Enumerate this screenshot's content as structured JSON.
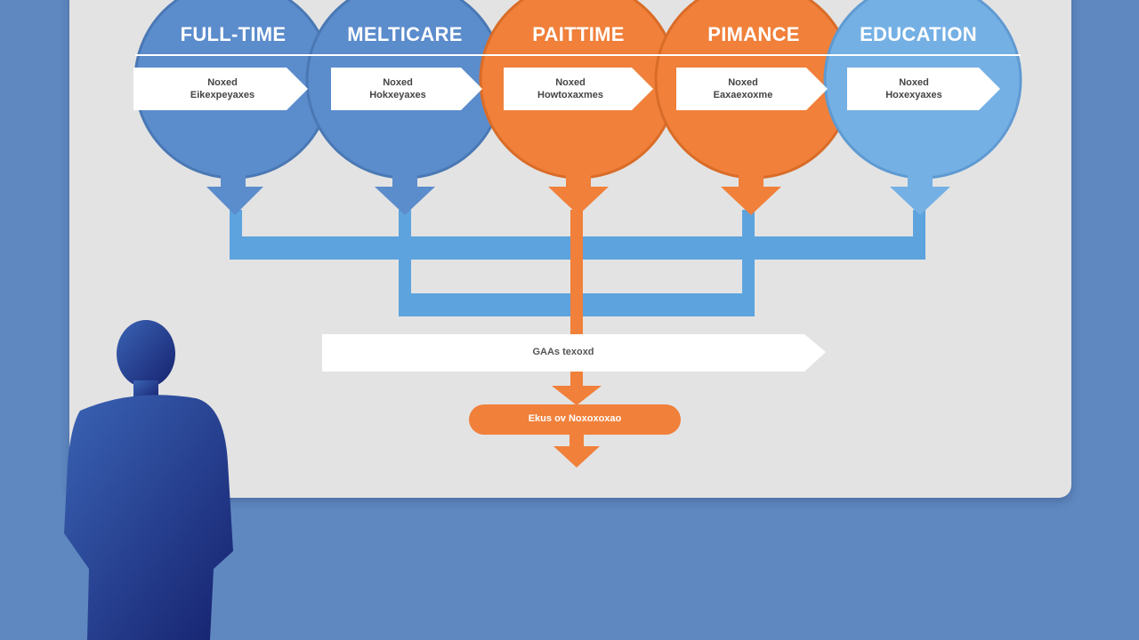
{
  "nodes": [
    {
      "title": "FULL-TIME",
      "line1": "Noxed",
      "line2": "Eikexpeyaxes",
      "color": "#5b8ccc"
    },
    {
      "title": "MELTICARE",
      "line1": "Noxed",
      "line2": "Hokxeyaxes",
      "color": "#5b8ccc"
    },
    {
      "title": "PAITTIME",
      "line1": "Noxed",
      "line2": "Howtoxaxmes",
      "color": "#f0803a"
    },
    {
      "title": "PIMANCE",
      "line1": "Noxed",
      "line2": "Eaxaexoxme",
      "color": "#f0803a"
    },
    {
      "title": "EDUCATION",
      "line1": "Noxed",
      "line2": "Hoxexyaxes",
      "color": "#74b0e4"
    }
  ],
  "merge_banner": {
    "label": "GAAs texoxd"
  },
  "result_pill": {
    "label": "Ekus ov Noxoxoxao"
  },
  "colors": {
    "background": "#5f88c0",
    "board": "#e3e3e3",
    "blue_connector": "#5da3de",
    "orange_connector": "#f0803a",
    "silhouette": "#1f2f85"
  }
}
